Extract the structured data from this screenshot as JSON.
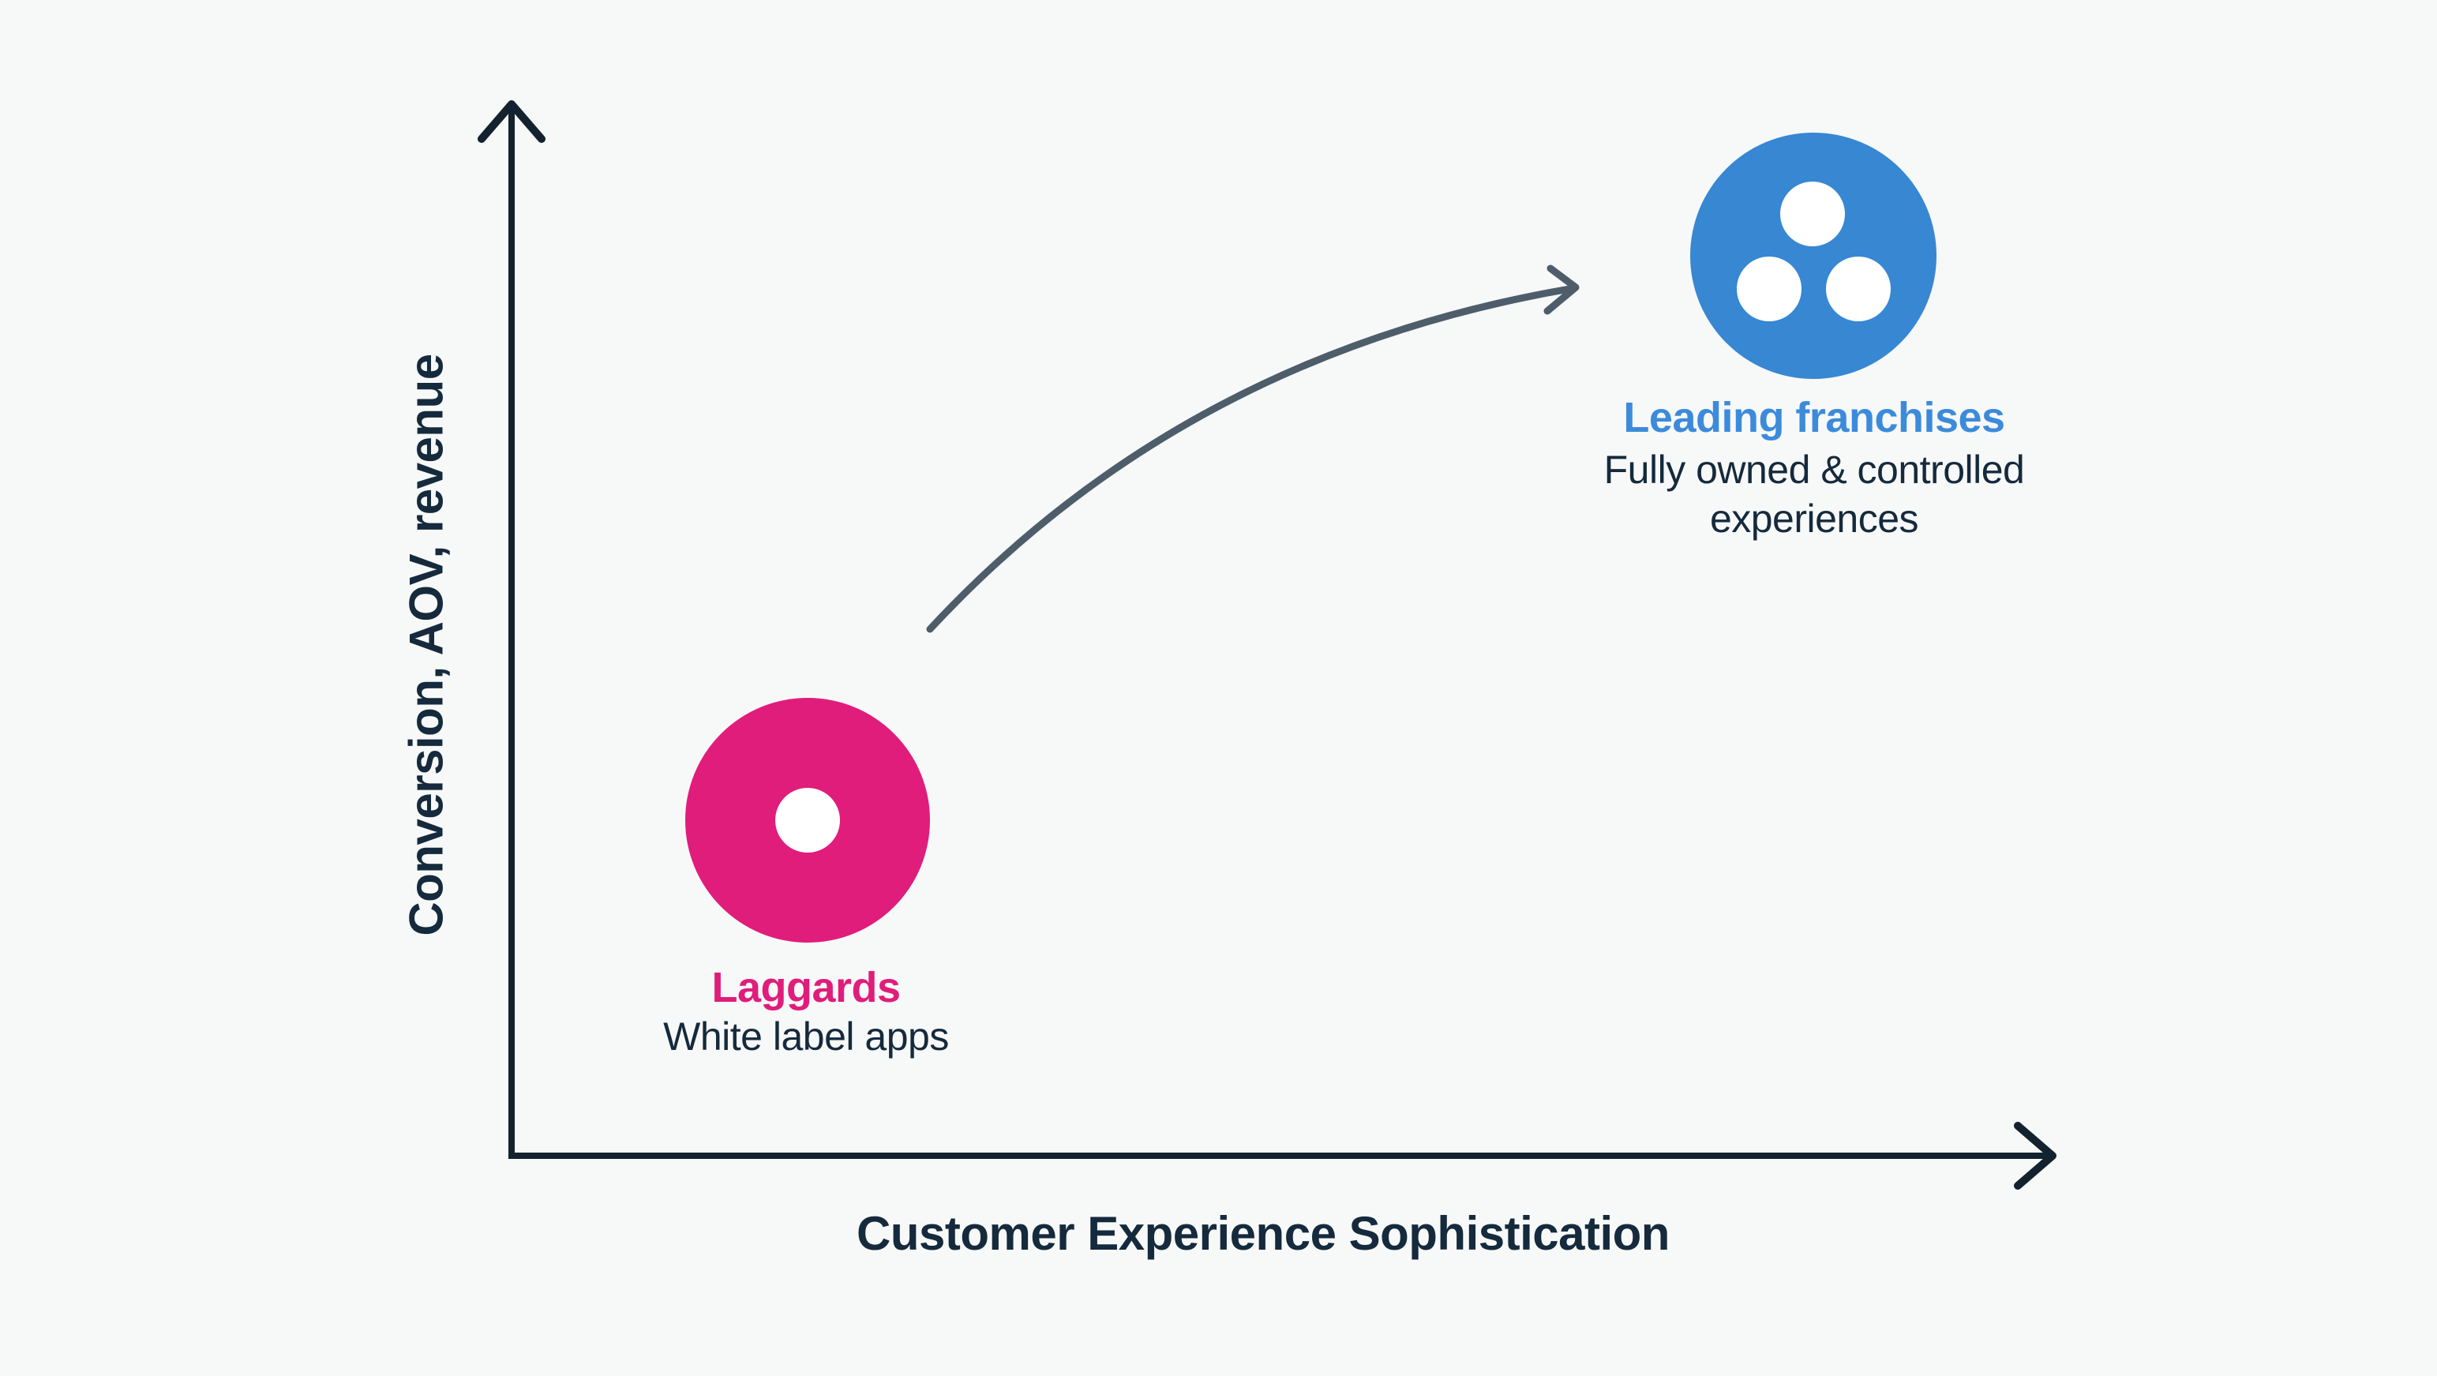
{
  "chart_data": {
    "type": "scatter",
    "title": "",
    "xlabel": "Customer Experience Sophistication",
    "ylabel": "Conversion, AOV, revenue",
    "axis_style": "arrow-tipped axes, no ticks, no gridlines, qualitative scale",
    "legend": "none",
    "points": [
      {
        "label": "Laggards",
        "description": "White label apps",
        "marker": "donut-circle",
        "color": "#E01D7B",
        "x_rel": 0.19,
        "y_rel": 0.32
      },
      {
        "label": "Leading franchises",
        "description": "Fully owned & controlled experiences",
        "marker": "circle-with-three-dots",
        "color": "#3787D3",
        "x_rel": 0.85,
        "y_rel": 0.85
      }
    ],
    "annotations": [
      {
        "type": "curved-arrow",
        "from": "Laggards",
        "to": "Leading franchises",
        "color": "#4E5D6A"
      }
    ]
  },
  "colors": {
    "background": "#F7F8F8",
    "axis": "#13222F",
    "text_navy": "#152A3C",
    "laggards_pink": "#E01D7B",
    "leading_blue_fill": "#3787D3",
    "leading_blue_text": "#3C8BDB",
    "trajectory_arrow_gray": "#4E5D6A",
    "marker_dot_white": "#FFFFFF"
  }
}
